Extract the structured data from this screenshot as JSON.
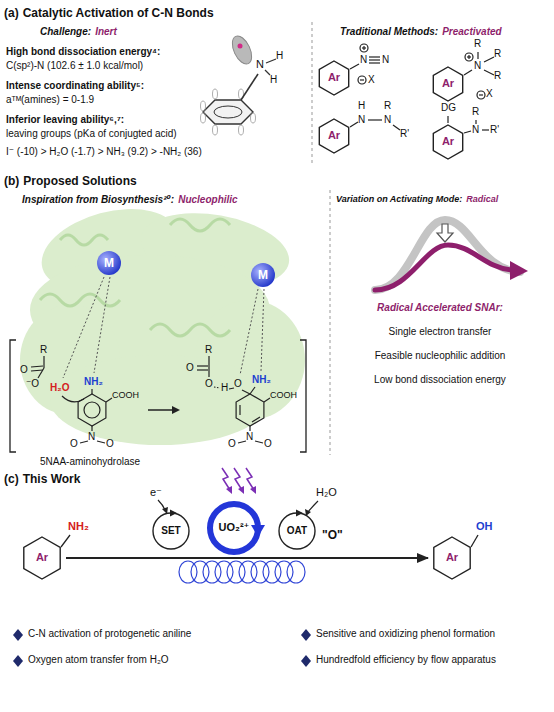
{
  "diagram": {
    "nodes": [
      {
        "text": [
          "Ar"
        ]
      },
      {
        "text": [
          "Ar"
        ]
      },
      {
        "text": [
          "Ar"
        ]
      },
      {
        "text": [
          "Ar"
        ]
      },
      {
        "text": [
          "M"
        ]
      },
      {
        "text": [
          "M"
        ]
      },
      {
        "text": [
          "Ar"
        ]
      },
      {
        "text": [
          "SET"
        ]
      },
      {
        "text": [
          "UO₂²⁺"
        ]
      },
      {
        "text": [
          "OAT"
        ]
      },
      {
        "text": [
          "Ar"
        ]
      }
    ],
    "edges": [
      {
        "from": 6,
        "to": 10,
        "arrow": "to"
      }
    ],
    "labels": [
      "(a)",
      "Catalytic Activation of C-N Bonds",
      "Challenge:",
      "Inert",
      "Traditional Methods:",
      "Preactivated",
      "High bond dissociation energy⁴:",
      "C(sp²)-N (102.6 ± 1.0 kcal/mol)",
      "Intense coordinating ability⁵:",
      "aᵀᴹ(amines) = 0-1.9",
      "Inferior leaving ability⁶,⁷:",
      "leaving groups (pKa of conjugted acid)",
      "I⁻ (-10) > H₂O (-1.7) > NH₃ (9.2) > -NH₂ (36)",
      "N",
      "H",
      "H",
      "N",
      "N",
      "X",
      "N",
      "R",
      "R",
      "R",
      "X",
      "N",
      "H",
      "N",
      "R",
      "R'",
      "DG",
      "N",
      "R",
      "R'",
      "(b)",
      "Proposed Solutions",
      "Inspiration from Biosynthesis²⁰:",
      "Nucleophilic",
      "Variation on Activating Mode:",
      "Radical",
      "R",
      "O",
      "⁻O",
      "H₂O",
      "NH₂",
      "COOH",
      "N",
      "O",
      "O",
      "R",
      "O",
      "O",
      "H",
      "O",
      "NH₂",
      "COOH",
      "N",
      "O",
      "O",
      "5NAA-aminohydrolase",
      "Radical Accelerated SNAr:",
      "Single electron transfer",
      "Feasible nucleophilic addition",
      "Low bond dissociation energy",
      "(c)",
      "This Work",
      "NH₂",
      "e⁻",
      "H₂O",
      "\"O\"",
      "OH",
      "C-N activation of protogenetic aniline",
      "Sensitive and oxidizing phenol formation",
      "Oxygen atom transfer from H₂O",
      "Hundredfold efficiency by flow apparatus"
    ]
  }
}
